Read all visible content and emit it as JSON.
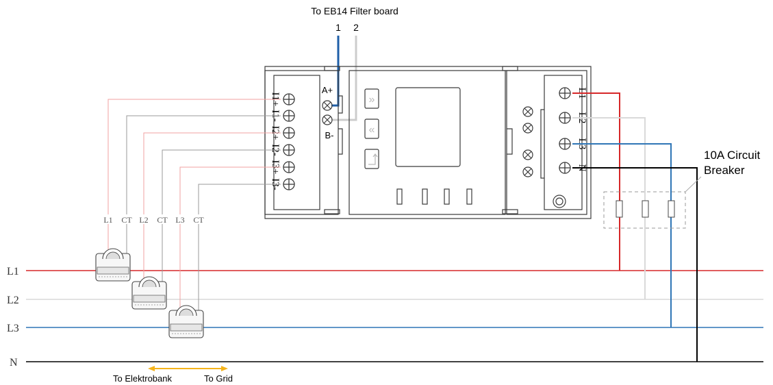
{
  "header": {
    "title": "To EB14 Filter board",
    "wire_1": "1",
    "wire_2": "2"
  },
  "meter": {
    "left_terminals": [
      "I1+",
      "I1-",
      "I2+",
      "I2-",
      "I3+",
      "I3-"
    ],
    "comm_a": "A+",
    "comm_b": "B-",
    "right_terminals": [
      "L1",
      "L2",
      "L3",
      "N"
    ]
  },
  "ct_labels": [
    "L1",
    "CT",
    "L2",
    "CT",
    "L3",
    "CT"
  ],
  "bus_labels": [
    "L1",
    "L2",
    "L3",
    "N"
  ],
  "breaker": {
    "line1": "10A Circuit",
    "line2": "Breaker"
  },
  "direction": {
    "left": "To Elektrobank",
    "right": "To Grid"
  },
  "colors": {
    "l1": "#d62728",
    "l2": "#d9d9d9",
    "l3": "#2e75b6",
    "n": "#000000",
    "rs485_a": "#1f5fa8",
    "rs485_b": "#cccccc",
    "ct_red": "#f2a0a0",
    "ct_gray": "#9a9a9a",
    "arrow": "#f5b31a",
    "outline": "#3a3a3a"
  }
}
